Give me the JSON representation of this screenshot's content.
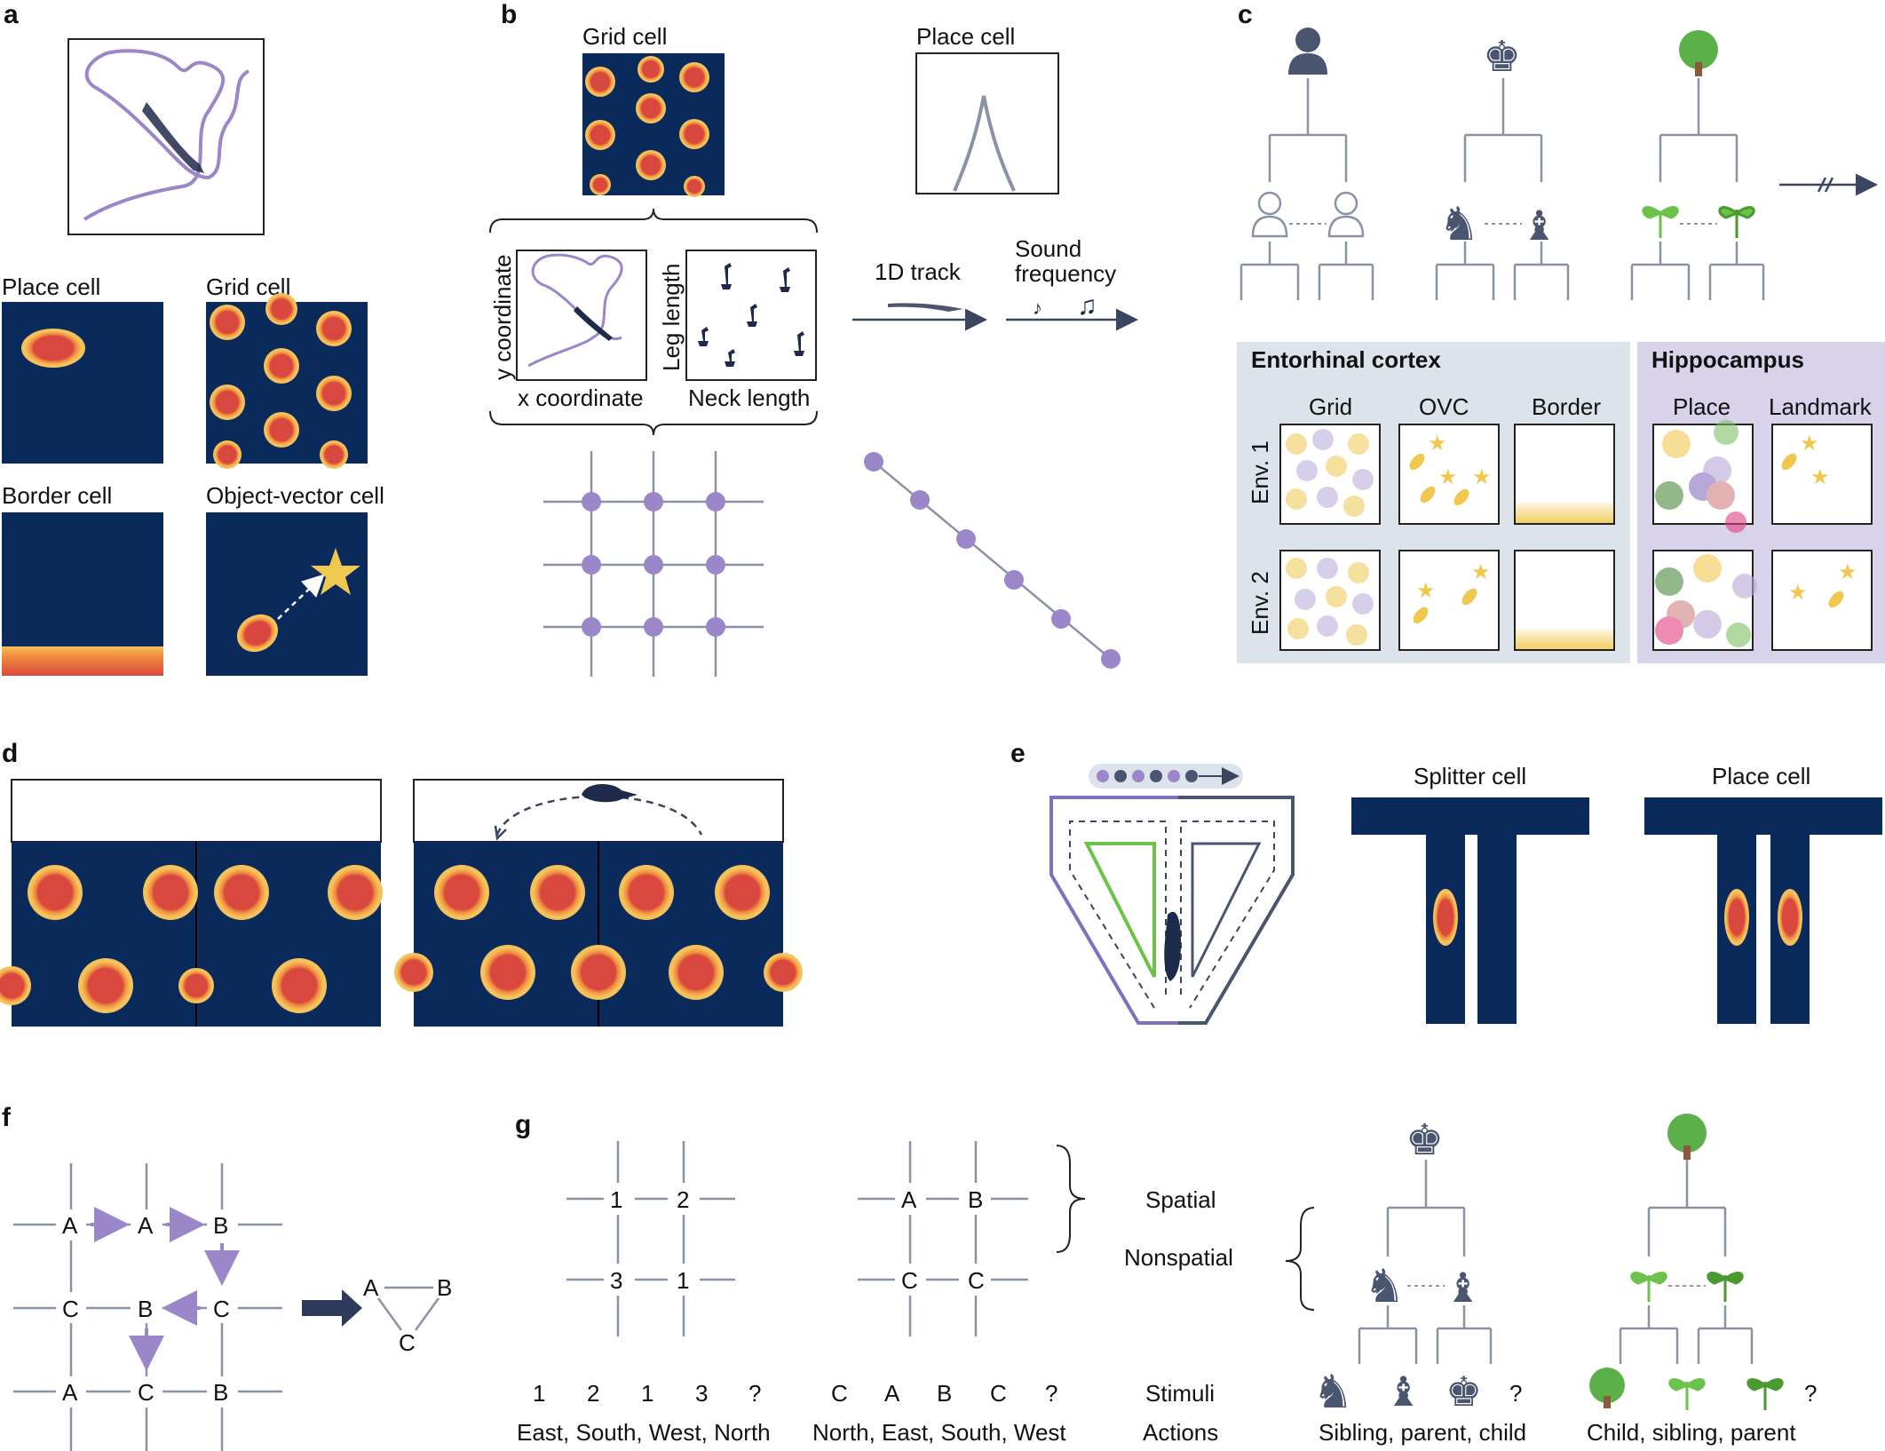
{
  "colors": {
    "navy": "#0b2a5c",
    "field_outer": "#f4c25c",
    "field_mid": "#f08a3c",
    "field_inner": "#d9483e",
    "purple": "#9a86c9",
    "line": "#8a93a6",
    "dark_icon": "#4a5570",
    "green": "#6cc24a",
    "gold": "#f0c850",
    "ec_panel": "#dde3ea",
    "hc_panel": "#d8d2ea"
  },
  "panel_a": {
    "letter": "a",
    "place_cell": "Place cell",
    "grid_cell": "Grid cell",
    "border_cell": "Border cell",
    "object_vector_cell": "Object-vector cell"
  },
  "panel_b": {
    "letter": "b",
    "grid_cell": "Grid cell",
    "place_cell": "Place cell",
    "y_coordinate": "y coordinate",
    "x_coordinate": "x coordinate",
    "leg_length": "Leg length",
    "neck_length": "Neck length",
    "track_1d": "1D track",
    "sound_frequency_1": "Sound",
    "sound_frequency_2": "frequency",
    "note_icons": "music-note-icon"
  },
  "panel_c": {
    "letter": "c",
    "entorhinal_cortex": "Entorhinal cortex",
    "hippocampus": "Hippocampus",
    "columns": [
      "Grid",
      "OVC",
      "Border",
      "Place",
      "Landmark"
    ],
    "rows": [
      "Env. 1",
      "Env. 2"
    ],
    "icons": [
      "person-icon",
      "chess-king-icon",
      "tree-icon",
      "person-outline-icon",
      "chess-knight-icon",
      "chess-bishop-icon",
      "seedling-icon",
      "broken-arrow-icon"
    ]
  },
  "panel_d": {
    "letter": "d"
  },
  "panel_e": {
    "letter": "e",
    "splitter_cell": "Splitter cell",
    "place_cell": "Place cell"
  },
  "panel_f": {
    "letter": "f",
    "grid_nodes": [
      [
        "A",
        "A",
        "B"
      ],
      [
        "C",
        "B",
        "C"
      ],
      [
        "A",
        "C",
        "B"
      ]
    ],
    "triangle_nodes": [
      "A",
      "B",
      "C"
    ]
  },
  "panel_g": {
    "letter": "g",
    "spatial": "Spatial",
    "nonspatial": "Nonspatial",
    "grid1_nodes": [
      "1",
      "2",
      "3",
      "1"
    ],
    "grid2_nodes": [
      "A",
      "B",
      "C",
      "C"
    ],
    "stimuli_label": "Stimuli",
    "actions_label": "Actions",
    "stimuli_1": [
      "1",
      "2",
      "1",
      "3",
      "?"
    ],
    "stimuli_2": [
      "C",
      "A",
      "B",
      "C",
      "?"
    ],
    "actions_1": "East, South, West, North",
    "actions_2": "North, East, South, West",
    "question": "?",
    "actions_3": "Sibling, parent, child",
    "actions_4": "Child, sibling, parent"
  }
}
